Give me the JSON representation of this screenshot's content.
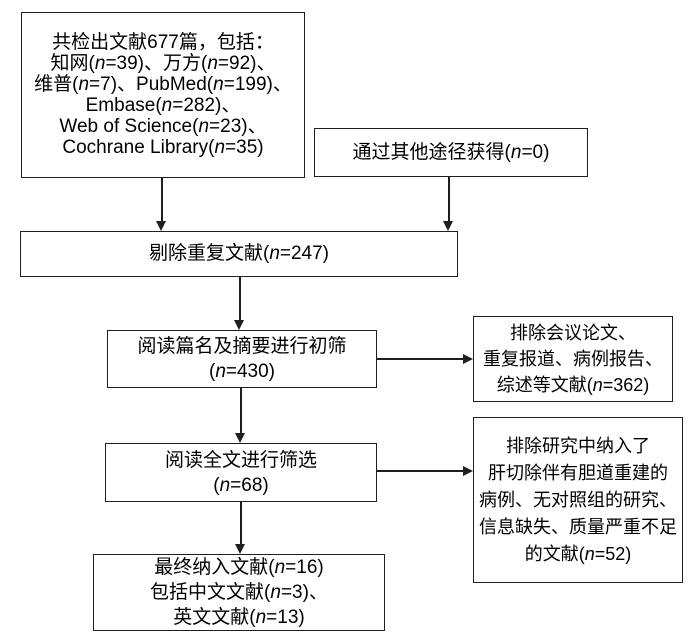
{
  "colors": {
    "line": "#1f1f1f",
    "text": "#000000",
    "background": "#ffffff"
  },
  "flowchart": {
    "boxes": [
      {
        "id": "records-identified",
        "lines": [
          "共检出文献677篇，包括：",
          "知网(n=39)、万方(n=92)、",
          "维普(n=7)、PubMed(n=199)、",
          "Embase(n=282)、",
          "Web of Science(n=23)、",
          "Cochrane Library(n=35)"
        ]
      },
      {
        "id": "other-sources",
        "lines": [
          "通过其他途径获得(n=0)"
        ]
      },
      {
        "id": "duplicates-removed",
        "lines": [
          "剔除重复文献(n=247)"
        ]
      },
      {
        "id": "title-abstract-screening",
        "lines": [
          "阅读篇名及摘要进行初筛",
          "(n=430)"
        ]
      },
      {
        "id": "excluded-after-screening",
        "lines": [
          "排除会议论文、",
          "重复报道、病例报告、",
          "综述等文献(n=362)"
        ]
      },
      {
        "id": "fulltext-screening",
        "lines": [
          "阅读全文进行筛选",
          "(n=68)"
        ]
      },
      {
        "id": "excluded-after-fulltext",
        "lines": [
          "排除研究中纳入了",
          "肝切除伴有胆道重建的",
          "病例、无对照组的研究、",
          "信息缺失、质量严重不足",
          "的文献(n=52)"
        ]
      },
      {
        "id": "final-included",
        "lines": [
          "最终纳入文献(n=16)",
          "包括中文文献(n=3)、",
          "英文文献(n=13)"
        ]
      }
    ]
  }
}
